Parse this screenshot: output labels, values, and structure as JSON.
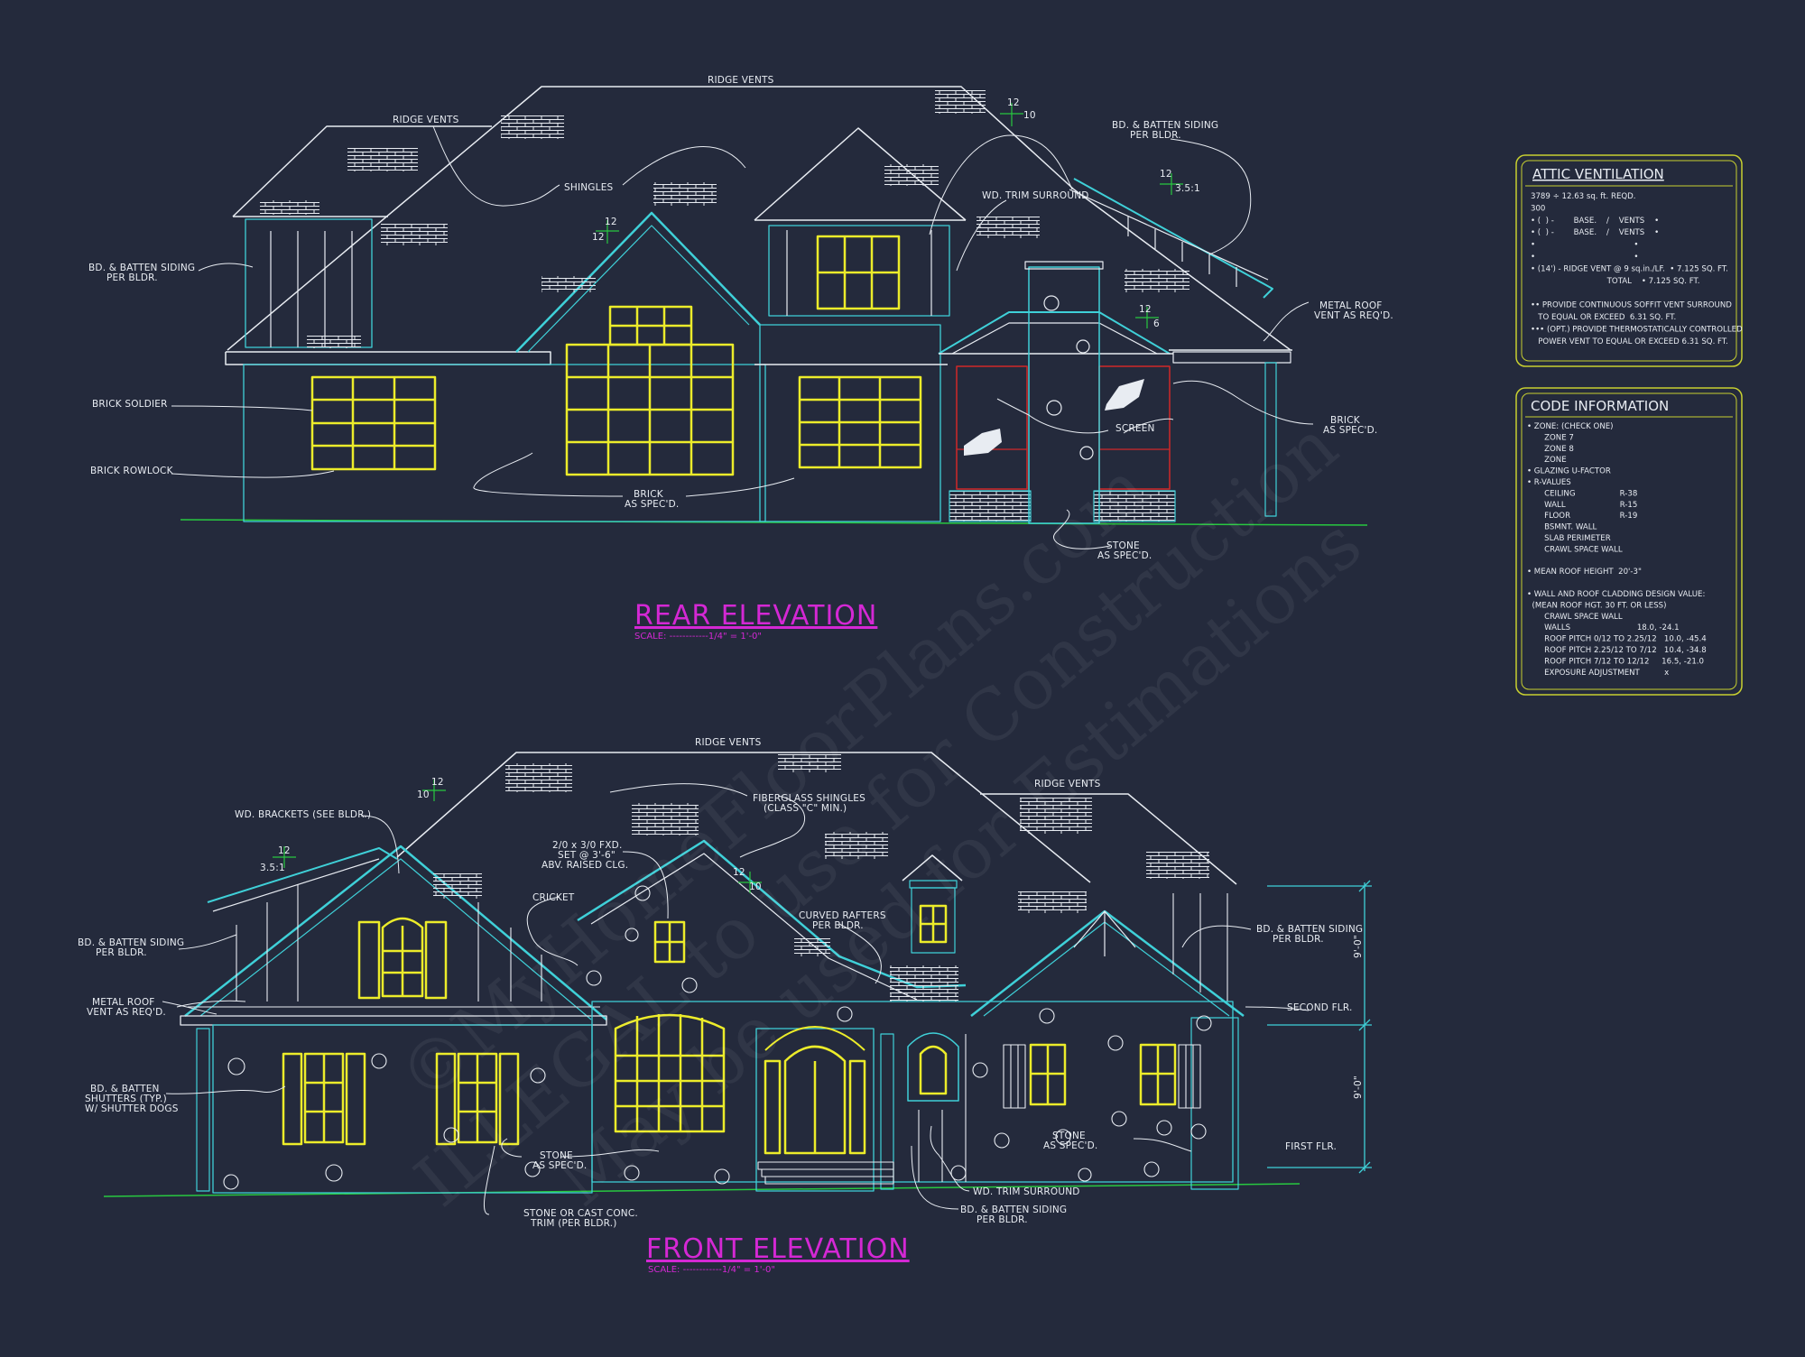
{
  "rear_elevation": {
    "title": "REAR ELEVATION",
    "scale": "SCALE: ------------1/4\" = 1'-0\"",
    "labels": {
      "ridge_vents_top": "RIDGE VENTS",
      "ridge_vents_left": "RIDGE VENTS",
      "pitch_top": "12",
      "pitch_top_rise": "10",
      "bd_batten_right_1": "BD. & BATTEN SIDING",
      "bd_batten_right_2": "PER BLDR.",
      "shingles": "SHINGLES",
      "wd_trim": "WD. TRIM SURROUND",
      "pitch_shed": "12",
      "pitch_shed_rise": "3.5:1",
      "bd_batten_left_1": "BD. & BATTEN SIDING",
      "bd_batten_left_2": "PER BLDR.",
      "pitch_gable": "12",
      "pitch_gable_rise": "12",
      "metal_roof_1": "METAL ROOF",
      "metal_roof_2": "VENT AS REQ'D.",
      "pitch_porch": "12",
      "pitch_porch_rise": "6",
      "brick_soldier": "BRICK SOLDIER",
      "brick_rowlock": "BRICK ROWLOCK",
      "screen": "SCREEN",
      "brick_right_1": "BRICK",
      "brick_right_2": "AS SPEC'D.",
      "brick_center_1": "BRICK",
      "brick_center_2": "AS SPEC'D.",
      "stone_1": "STONE",
      "stone_2": "AS SPEC'D."
    }
  },
  "front_elevation": {
    "title": "FRONT ELEVATION",
    "scale": "SCALE: ------------1/4\" = 1'-0\"",
    "labels": {
      "ridge_vents_top": "RIDGE VENTS",
      "ridge_vents_right": "RIDGE VENTS",
      "wd_brackets": "WD. BRACKETS (SEE BLDR.)",
      "pitch_main": "12",
      "pitch_main_rise": "10",
      "fiberglass_1": "FIBERGLASS SHINGLES",
      "fiberglass_2": "(CLASS \"C\" MIN.)",
      "fixed_1": "2/0 x 3/0 FXD.",
      "fixed_2": "SET @ 3'-6\"",
      "fixed_3": "ABV. RAISED CLG.",
      "pitch_shed": "12",
      "pitch_shed_rise": "3.5:1",
      "cricket": "CRICKET",
      "pitch_center": "12",
      "pitch_center_rise": "10",
      "curved_1": "CURVED RAFTERS",
      "curved_2": "PER BLDR.",
      "bd_batten_left_1": "BD. & BATTEN SIDING",
      "bd_batten_left_2": "PER BLDR.",
      "bd_batten_right_1": "BD. & BATTEN SIDING",
      "bd_batten_right_2": "PER BLDR.",
      "metal_roof_1": "METAL ROOF",
      "metal_roof_2": "VENT AS REQ'D.",
      "shutters_1": "BD. & BATTEN",
      "shutters_2": "SHUTTERS (TYP.)",
      "shutters_3": "W/ SHUTTER DOGS",
      "second_flr": "SECOND FLR.",
      "first_flr": "FIRST FLR.",
      "dim_upper": "9'-0\"",
      "dim_lower": "9'-0\"",
      "stone_left_1": "STONE",
      "stone_left_2": "AS SPEC'D.",
      "stone_right_1": "STONE",
      "stone_right_2": "AS SPEC'D.",
      "cast_1": "STONE OR CAST CONC.",
      "cast_2": "TRIM (PER BLDR.)",
      "wd_trim": "WD. TRIM SURROUND",
      "bd_batten_bottom_1": "BD. & BATTEN SIDING",
      "bd_batten_bottom_2": "PER BLDR."
    }
  },
  "attic_ventilation": {
    "title": "ATTIC VENTILATION",
    "lines": [
      "3789 ÷ 12.63 sq. ft. REQD.",
      "300",
      "• (  ) -        BASE.    /    VENTS    •",
      "• (  ) -        BASE.    /    VENTS    •",
      "•                                        •",
      "•                                        •",
      "• (14') - RIDGE VENT @ 9 sq.in./LF.  • 7.125 SQ. FT.",
      "                               TOTAL    • 7.125 SQ. FT.",
      "",
      "•• PROVIDE CONTINUOUS SOFFIT VENT SURROUND",
      "   TO EQUAL OR EXCEED  6.31 SQ. FT.",
      "••• (OPT.) PROVIDE THERMOSTATICALLY CONTROLLED",
      "   POWER VENT TO EQUAL OR EXCEED 6.31 SQ. FT."
    ]
  },
  "code_information": {
    "title": "CODE INFORMATION",
    "lines": [
      "• ZONE: (CHECK ONE)",
      "       ZONE 7",
      "       ZONE 8",
      "       ZONE",
      "• GLAZING U-FACTOR",
      "• R-VALUES",
      "       CEILING                  R-38",
      "       WALL                      R-15",
      "       FLOOR                    R-19",
      "       BSMNT. WALL",
      "       SLAB PERIMETER",
      "       CRAWL SPACE WALL",
      "",
      "• MEAN ROOF HEIGHT  20'-3\"",
      "",
      "• WALL AND ROOF CLADDING DESIGN VALUE:",
      "  (MEAN ROOF HGT. 30 FT. OR LESS)",
      "       CRAWL SPACE WALL",
      "       WALLS                           18.0, -24.1",
      "       ROOF PITCH 0/12 TO 2.25/12   10.0, -45.4",
      "       ROOF PITCH 2.25/12 TO 7/12   10.4, -34.8",
      "       ROOF PITCH 7/12 TO 12/12     16.5, -21.0",
      "       EXPOSURE ADJUSTMENT          x"
    ]
  },
  "watermark": {
    "line1": "©MyHomeFloorPlans.com",
    "line2": "ILLEGAL to use for Construction",
    "line3": "May be used for Estimations"
  },
  "colors": {
    "background": "#242a3c",
    "roof_line": "#e8ecf2",
    "wall_line": "#3fd0d8",
    "window": "#ecec2a",
    "title": "#d428d4",
    "ground": "#28c840",
    "screen_red": "#d02828",
    "panel_border": "#c8d030"
  }
}
